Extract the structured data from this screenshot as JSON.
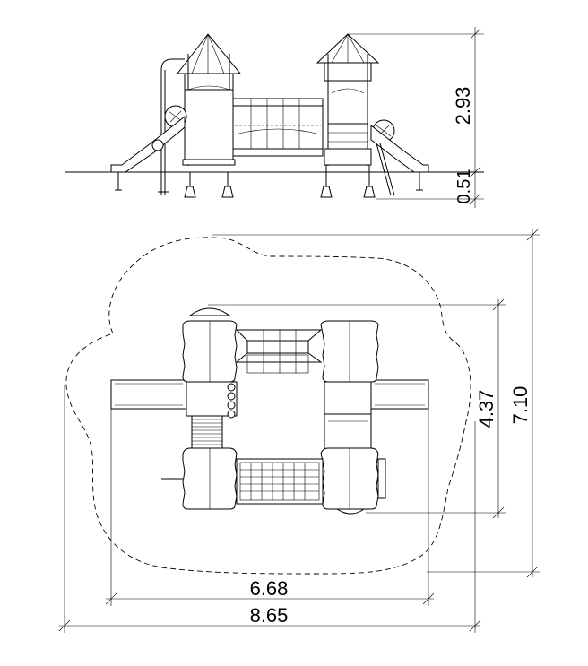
{
  "dimensions": {
    "elevation_height": "2.93",
    "elevation_depth": "0.51",
    "plan_inner_depth": "4.37",
    "plan_outer_depth": "7.10",
    "plan_inner_width": "6.68",
    "plan_outer_width": "8.65"
  }
}
